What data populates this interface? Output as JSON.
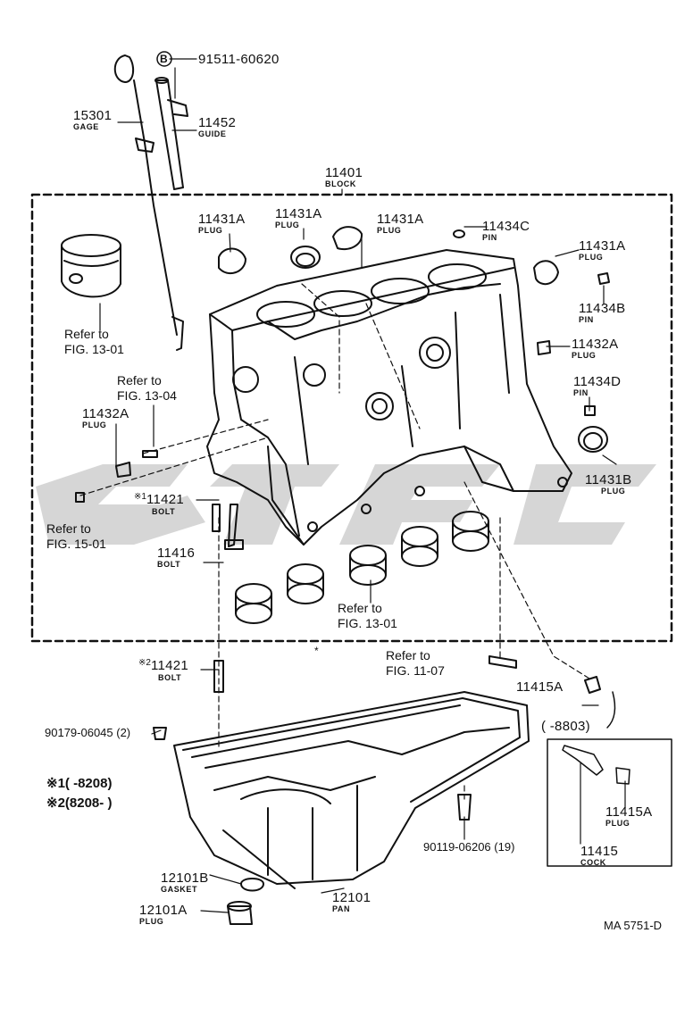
{
  "watermark_color": "#c8c8c8",
  "labels": {
    "p91511": "91511-60620",
    "circle_b": "B",
    "p15301": "15301",
    "p15301_name": "GAGE",
    "p11452": "11452",
    "p11452_name": "GUIDE",
    "p11401": "11401",
    "p11401_name": "BLOCK",
    "p11431a_1": "11431A",
    "p11431a_1_name": "PLUG",
    "p11431a_2": "11431A",
    "p11431a_2_name": "PLUG",
    "p11431a_3": "11431A",
    "p11431a_3_name": "PLUG",
    "p11431a_4": "11431A",
    "p11431a_4_name": "PLUG",
    "p11434c": "11434C",
    "p11434c_name": "PIN",
    "p11434b": "11434B",
    "p11434b_name": "PIN",
    "p11432a_r": "11432A",
    "p11432a_r_name": "PLUG",
    "p11434d": "11434D",
    "p11434d_name": "PIN",
    "p11431b": "11431B",
    "p11431b_name": "PLUG",
    "p11432a_l": "11432A",
    "p11432a_l_name": "PLUG",
    "p11421_a": "11421",
    "p11421_a_mark": "※1",
    "p11421_a_name": "BOLT",
    "p11416": "11416",
    "p11416_name": "BOLT",
    "p11421_b": "11421",
    "p11421_b_mark": "※2",
    "p11421_b_name": "BOLT",
    "p90179": "90179-06045 (2)",
    "p90119": "90119-06206 (19)",
    "p12101b": "12101B",
    "p12101b_name": "GASKET",
    "p12101a": "12101A",
    "p12101a_name": "PLUG",
    "p12101": "12101",
    "p12101_name": "PAN",
    "p11415a_1": "11415A",
    "p11415a_2": "11415A",
    "p11415a_2_name": "PLUG",
    "p11415": "11415",
    "p11415_name": "COCK",
    "inset_range": "(      -8803)",
    "legend1": "※1(        -8208)",
    "legend2": "※2(8208-          )",
    "star": "*",
    "diagram_code": "MA 5751-D"
  },
  "refs": {
    "r1301_a": [
      "Refer to",
      "FIG. 13-01"
    ],
    "r1304": [
      "Refer to",
      "FIG. 13-04"
    ],
    "r1501": [
      "Refer to",
      "FIG. 15-01"
    ],
    "r1301_b": [
      "Refer to",
      "FIG. 13-01"
    ],
    "r1107": [
      "Refer to",
      "FIG. 11-07"
    ]
  }
}
